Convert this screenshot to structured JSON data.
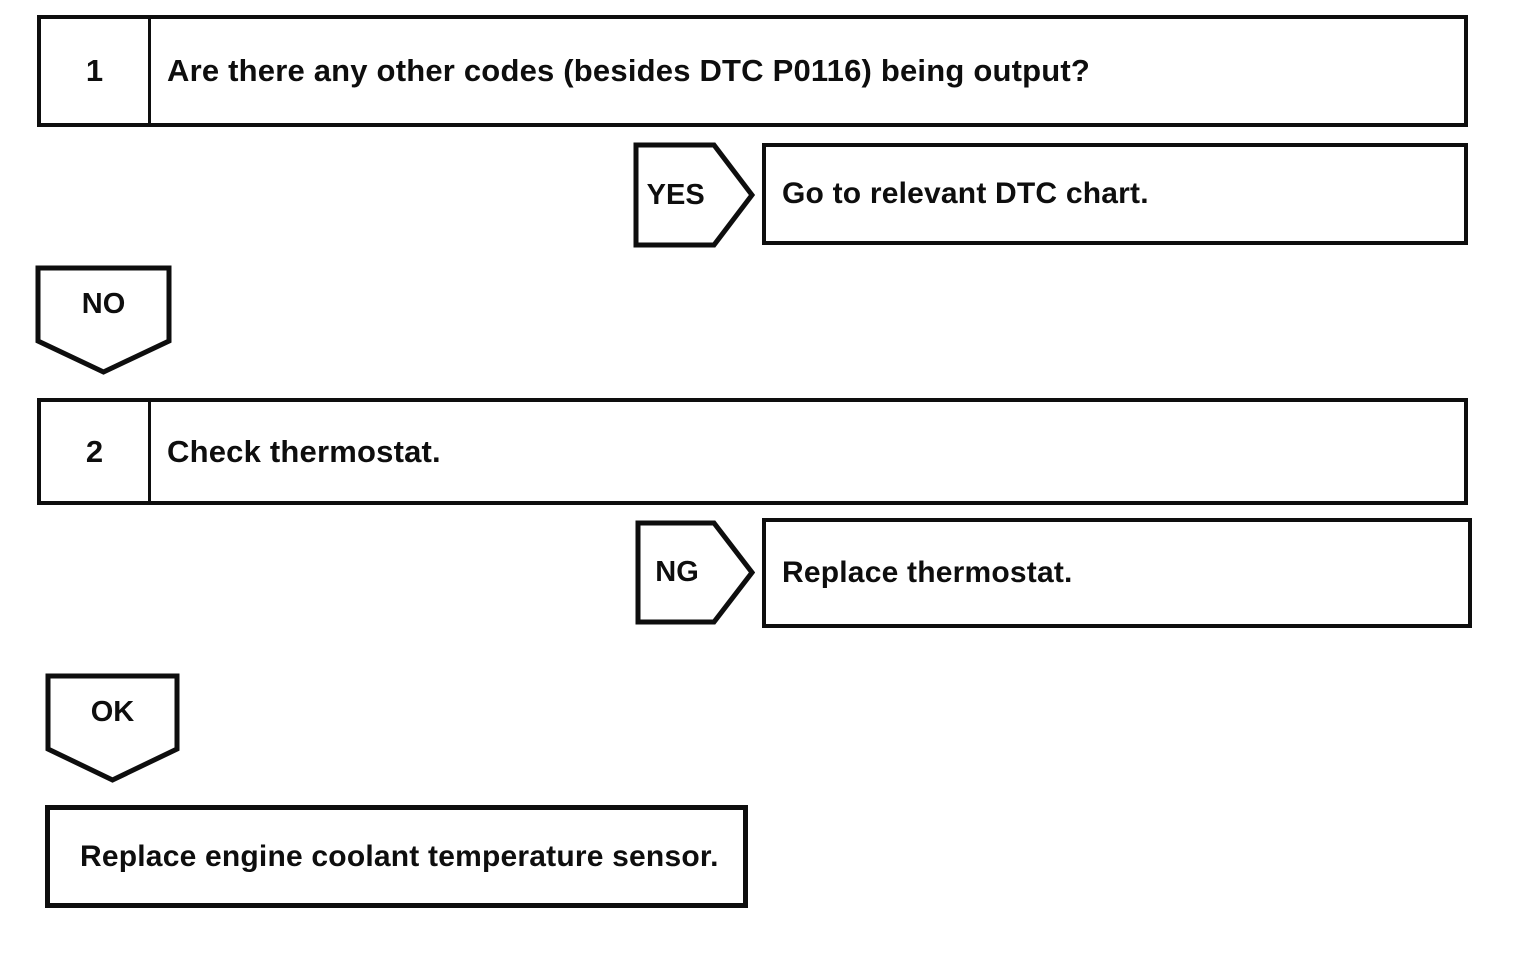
{
  "colors": {
    "line": "#0e0e0e",
    "background": "#ffffff",
    "text": "#0e0e0e"
  },
  "steps": [
    {
      "number": "1",
      "text": "Are there any other codes (besides DTC P0116) being output?",
      "branch": {
        "label": "YES",
        "result": "Go to relevant DTC chart."
      },
      "continue": {
        "label": "NO"
      }
    },
    {
      "number": "2",
      "text": "Check thermostat.",
      "branch": {
        "label": "NG",
        "result": "Replace thermostat."
      },
      "continue": {
        "label": "OK"
      }
    }
  ],
  "final": {
    "text": "Replace engine coolant temperature sensor."
  }
}
